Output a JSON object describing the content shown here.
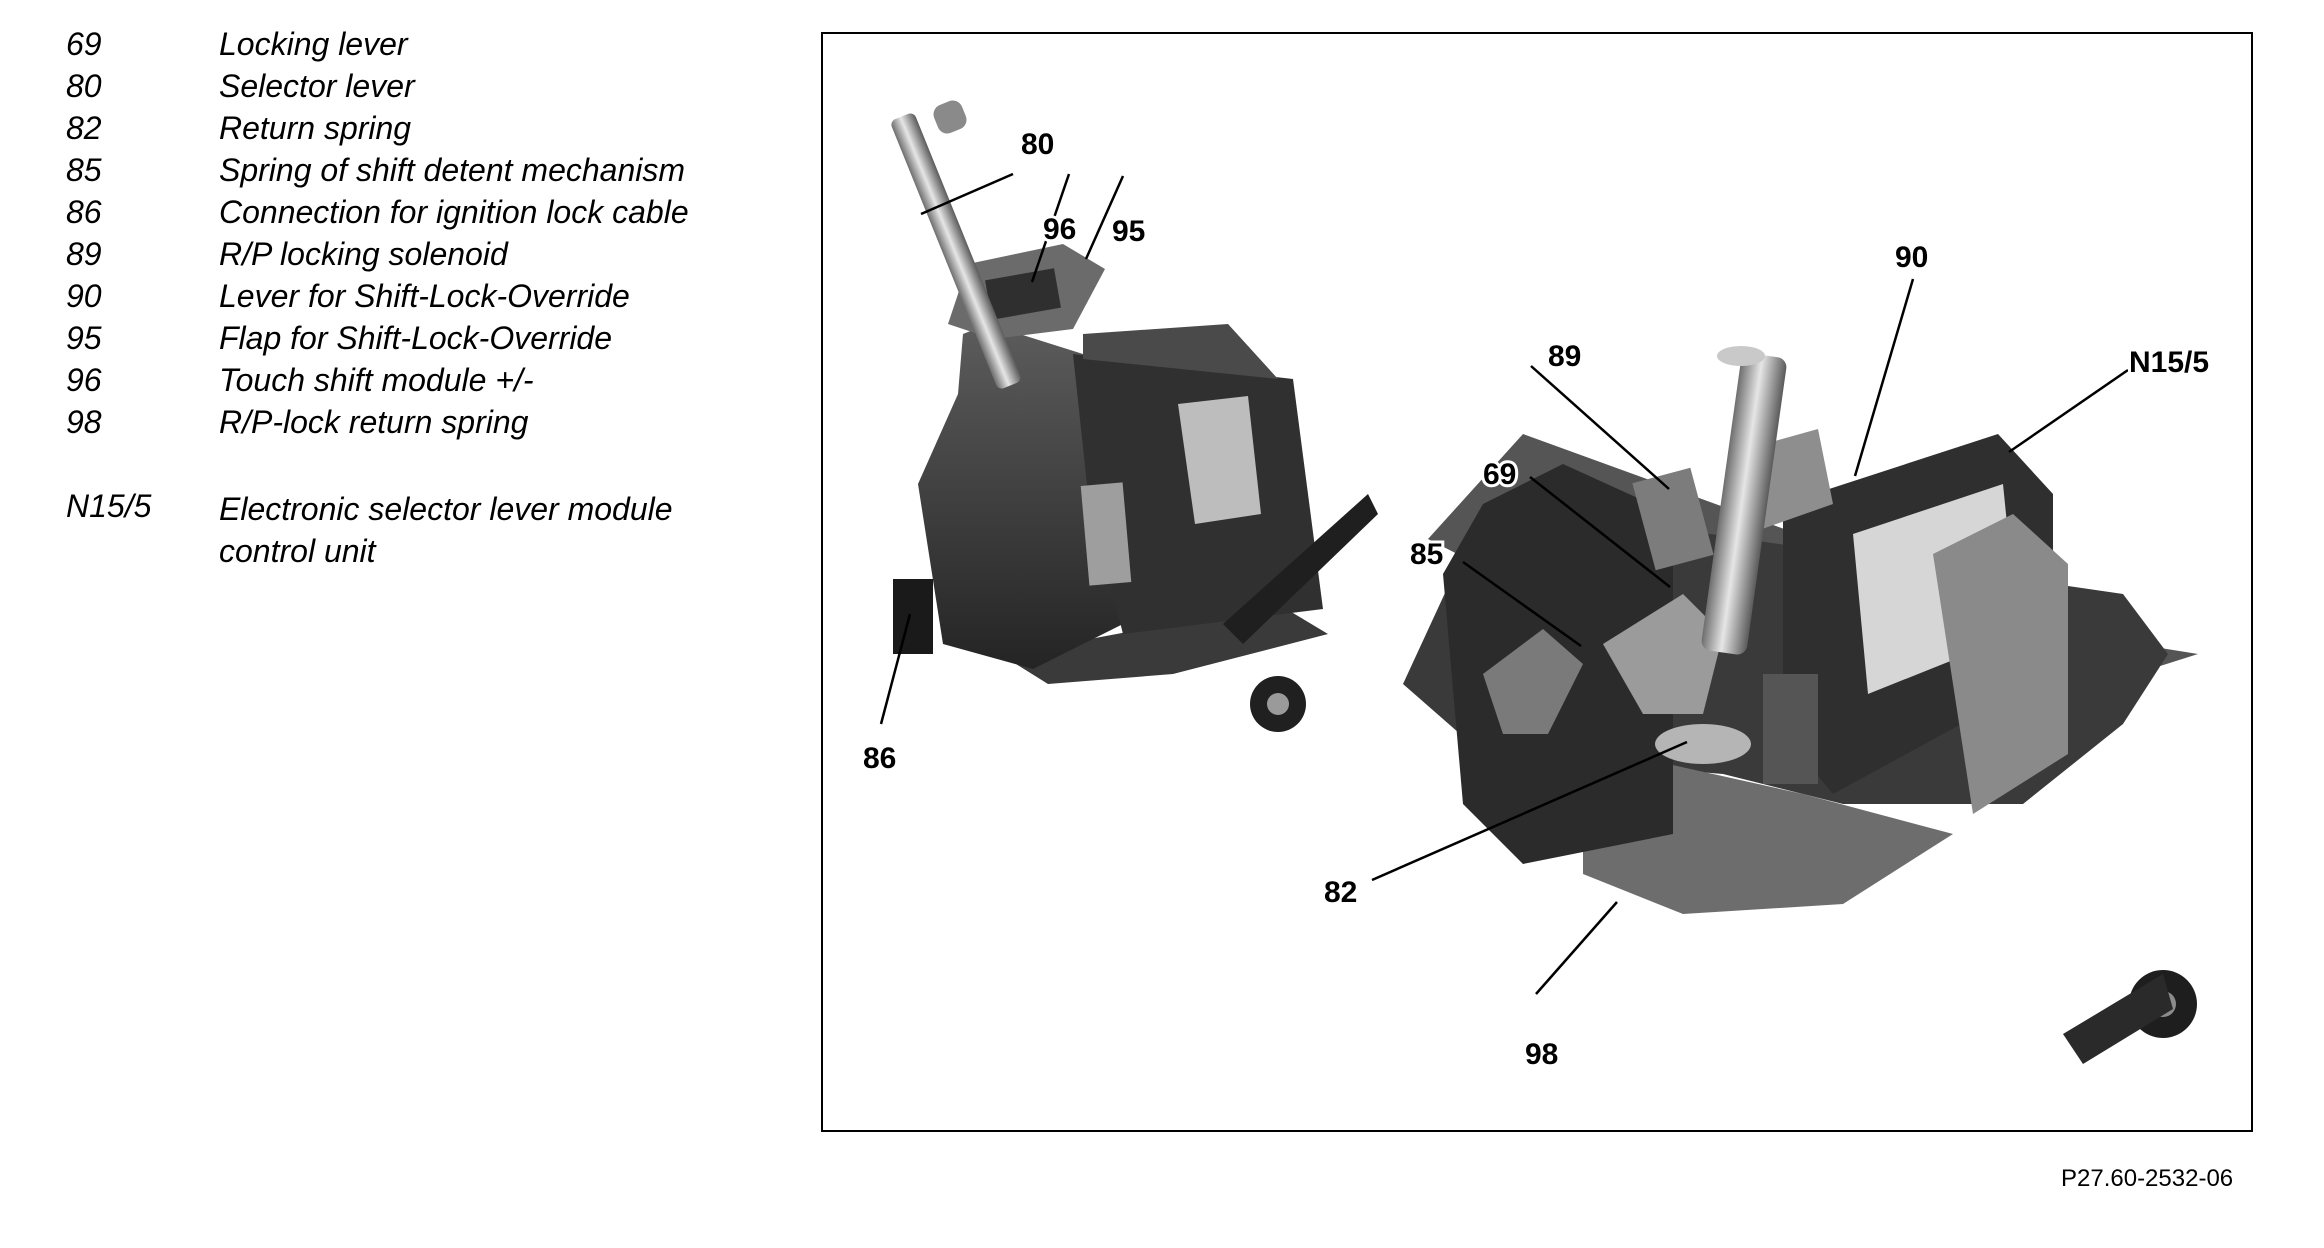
{
  "legend": {
    "items": [
      {
        "num": "69",
        "text": "Locking lever"
      },
      {
        "num": "80",
        "text": "Selector lever"
      },
      {
        "num": "82",
        "text": "Return spring"
      },
      {
        "num": "85",
        "text": "Spring of shift detent mechanism"
      },
      {
        "num": "86",
        "text": "Connection for ignition lock cable"
      },
      {
        "num": "89",
        "text": "R/P locking solenoid"
      },
      {
        "num": "90",
        "text": "Lever for Shift-Lock-Override"
      },
      {
        "num": "95",
        "text": "Flap for Shift-Lock-Override"
      },
      {
        "num": "96",
        "text": "Touch shift module +/-"
      },
      {
        "num": "98",
        "text": "R/P-lock return spring"
      }
    ],
    "unit": {
      "num": "N15/5",
      "line1": "Electronic selector lever module",
      "line2": "control unit"
    }
  },
  "figure": {
    "callouts": {
      "c80": "80",
      "c96": "96",
      "c95": "95",
      "c86": "86",
      "c90": "90",
      "c89": "89",
      "cN155": "N15/5",
      "c69": "69",
      "c85": "85",
      "c82": "82",
      "c98": "98"
    },
    "reference": "P27.60-2532-06"
  }
}
